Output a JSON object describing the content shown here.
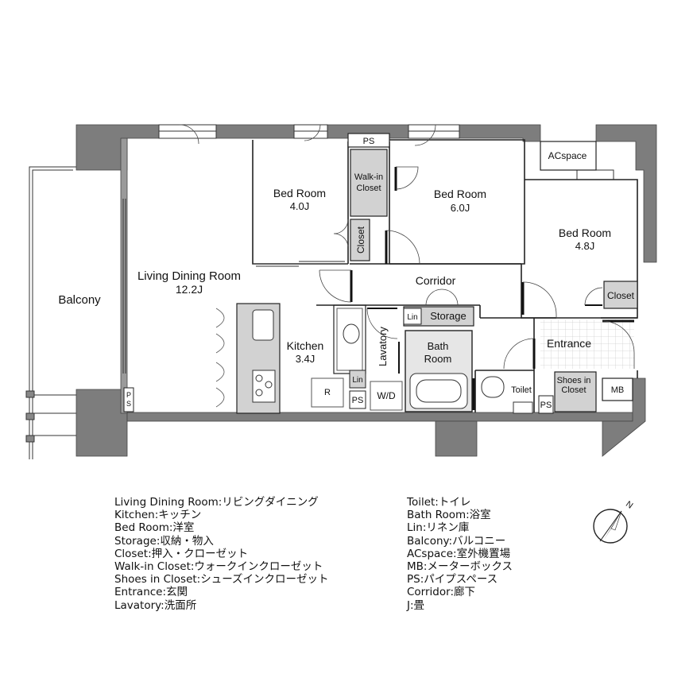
{
  "rooms": {
    "balcony": "Balcony",
    "ldk_name": "Living Dining Room",
    "ldk_size": "12.2J",
    "kitchen_name": "Kitchen",
    "kitchen_size": "3.4J",
    "bed1_name": "Bed Room",
    "bed1_size": "4.0J",
    "bed2_name": "Bed Room",
    "bed2_size": "6.0J",
    "bed3_name": "Bed Room",
    "bed3_size": "4.8J",
    "corridor": "Corridor",
    "storage": "Storage",
    "lin_storage": "Lin",
    "lin_lavatory": "Lin",
    "lavatory": "Lavatory",
    "bath_line1": "Bath",
    "bath_line2": "Room",
    "toilet": "Toilet",
    "entrance": "Entrance",
    "shoes_line1": "Shoes in",
    "shoes_line2": "Closet",
    "mb": "MB",
    "acspace": "ACspace",
    "closet_bed3": "Closet",
    "closet_vertical": "Closet",
    "walkin_line1": "Walk-in",
    "walkin_line2": "Closet",
    "ps_top": "PS",
    "ps_kitchen": "PS",
    "ps_toilet": "PS",
    "ps_living_p": "P",
    "ps_living_s": "S",
    "wd": "W/D",
    "refrigerator": "R"
  },
  "legend_left": [
    "Living Dining Room:リビングダイニング",
    "Kitchen:キッチン",
    "Bed Room:洋室",
    "Storage:収納・物入",
    "Closet:押入・クローゼット",
    "Walk-in Closet:ウォークインクローゼット",
    "Shoes in Closet:シューズインクローゼット",
    "Entrance:玄関",
    "Lavatory:洗面所"
  ],
  "legend_right": [
    "Toilet:トイレ",
    "Bath Room:浴室",
    "Lin:リネン庫",
    "Balcony:バルコニー",
    "ACspace:室外機置場",
    "MB:メーターボックス",
    "PS:パイプスペース",
    "Corridor:廊下",
    "J:畳"
  ],
  "compass": {
    "north_label": "N"
  },
  "colors": {
    "wall": "#7d7d7d",
    "fixture": "#d2d2d2",
    "line": "#222222"
  }
}
